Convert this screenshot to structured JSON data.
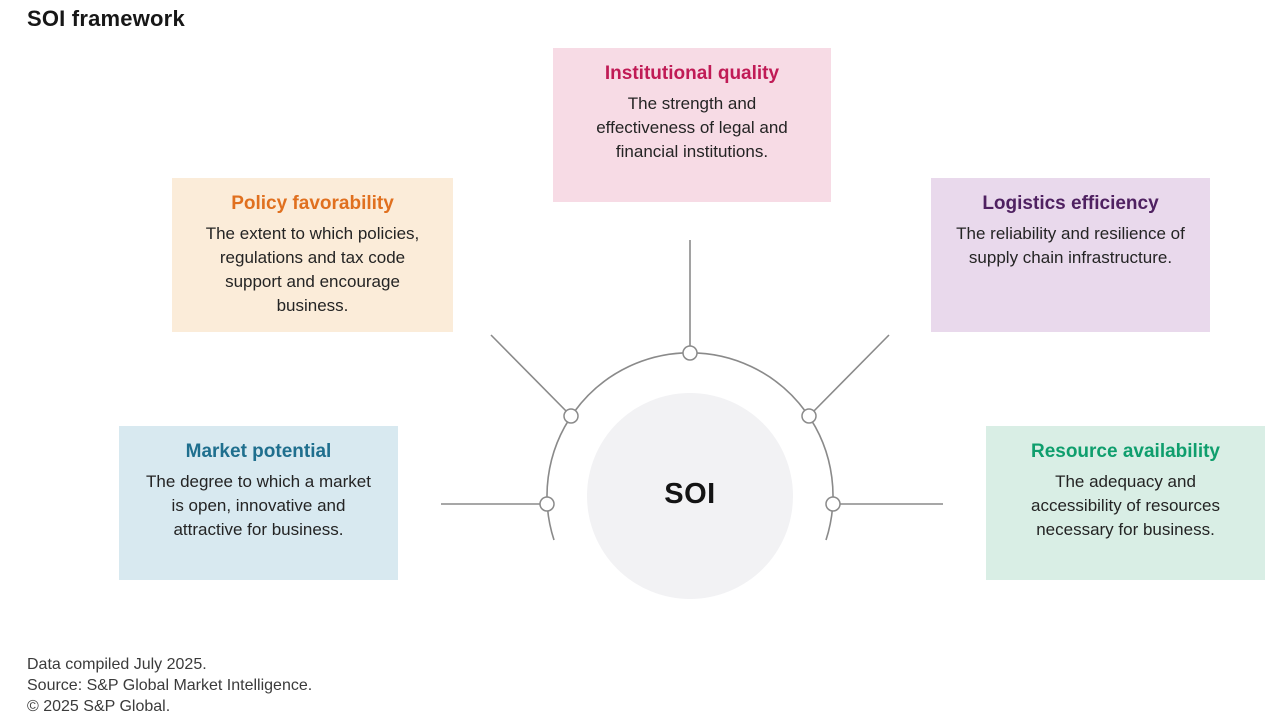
{
  "title": "SOI framework",
  "hub": {
    "label": "SOI"
  },
  "colors": {
    "line": "#8a8a8a",
    "hub_fill": "#f2f2f4",
    "node_fill": "#ffffff",
    "title_text": "#171717",
    "body_text": "#242424",
    "footer_text": "#3b3b3b"
  },
  "pillars": [
    {
      "id": "institutional-quality",
      "title": "Institutional quality",
      "description": "The strength and effectiveness of legal and financial institutions.",
      "bg": "#f7dbe5",
      "accent": "#c01b56"
    },
    {
      "id": "policy-favorability",
      "title": "Policy favorability",
      "description": "The extent to which policies, regulations and tax code support and encourage business.",
      "bg": "#fbecd9",
      "accent": "#e0701f"
    },
    {
      "id": "logistics-efficiency",
      "title": "Logistics efficiency",
      "description": "The reliability and resilience of supply chain infrastructure.",
      "bg": "#e9d9ec",
      "accent": "#4f2161"
    },
    {
      "id": "market-potential",
      "title": "Market potential",
      "description": "The degree to which a market is open, innovative and attractive for business.",
      "bg": "#d8e9f0",
      "accent": "#1f6f8e"
    },
    {
      "id": "resource-availability",
      "title": "Resource availability",
      "description": "The adequacy and accessibility of resources necessary for business.",
      "bg": "#d9eee5",
      "accent": "#0f9e6d"
    }
  ],
  "footer": {
    "line1": "Data compiled July 2025.",
    "line2": "Source: S&P Global Market Intelligence.",
    "line3": "© 2025 S&P Global."
  }
}
